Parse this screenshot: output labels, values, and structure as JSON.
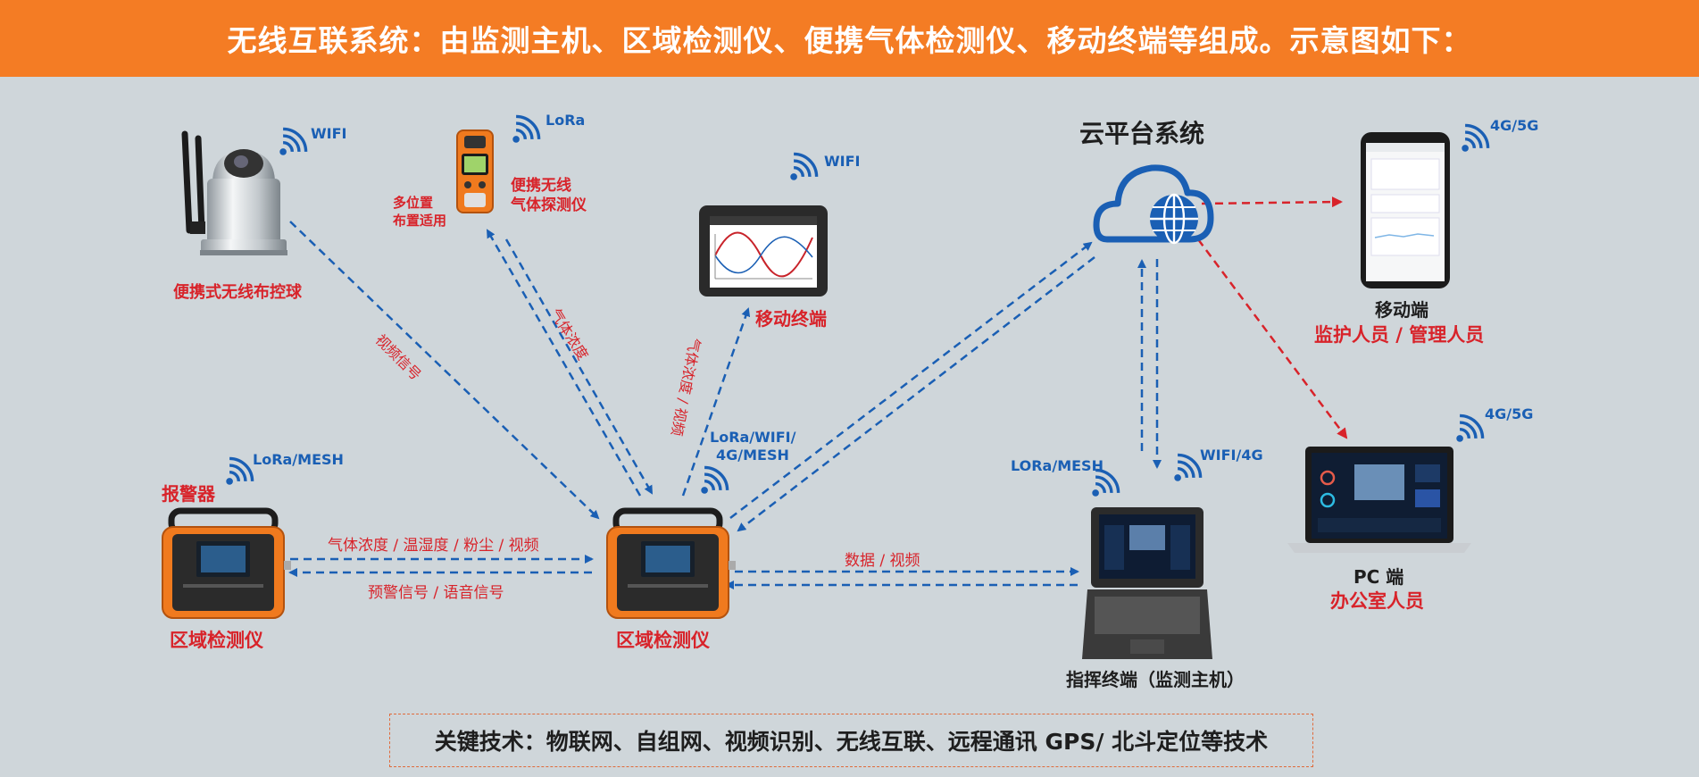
{
  "banner": {
    "title": "无线互联系统：由监测主机、区域检测仪、便携气体检测仪、移动终端等组成。示意图如下："
  },
  "devices": {
    "ball": {
      "name": "便携式无线布控球",
      "wireless": "WIFI"
    },
    "portable": {
      "name_line1": "便携无线",
      "name_line2": "气体探测仪",
      "note_line1": "多位置",
      "note_line2": "布置适用",
      "wireless": "LoRa"
    },
    "tablet": {
      "name": "移动终端",
      "wireless": "WIFI"
    },
    "cloud": {
      "name": "云平台系统"
    },
    "phone": {
      "name": "移动端",
      "users": "监护人员 / 管理人员",
      "wireless": "4G/5G"
    },
    "pc": {
      "name": "PC 端",
      "users": "办公室人员",
      "wireless": "4G/5G"
    },
    "alarm": {
      "tag": "报警器",
      "wireless": "LoRa/MESH",
      "name": "区域检测仪"
    },
    "center": {
      "name": "区域检测仪",
      "wireless_line1": "LoRa/WIFI/",
      "wireless_line2": "4G/MESH"
    },
    "host": {
      "name": "指挥终端（监测主机）",
      "wireless_left": "LORa/MESH",
      "wireless_right": "WIFI/4G"
    }
  },
  "links": {
    "video_signal": "视频信号",
    "gas_conc": "气体浓度",
    "gas_video": "气体浓度 / 视频",
    "alarm_top": "气体浓度 / 温湿度 / 粉尘 / 视频",
    "alarm_bottom": "预警信号 / 语音信号",
    "data_video": "数据 / 视频"
  },
  "footer": {
    "text": "关键技术：物联网、自组网、视频识别、无线互联、远程通讯 GPS/ 北斗定位等技术"
  },
  "colors": {
    "banner": "#f47c24",
    "link_blue": "#1a5fb4",
    "link_red": "#d8232a",
    "device_orange": "#f07a1e"
  }
}
